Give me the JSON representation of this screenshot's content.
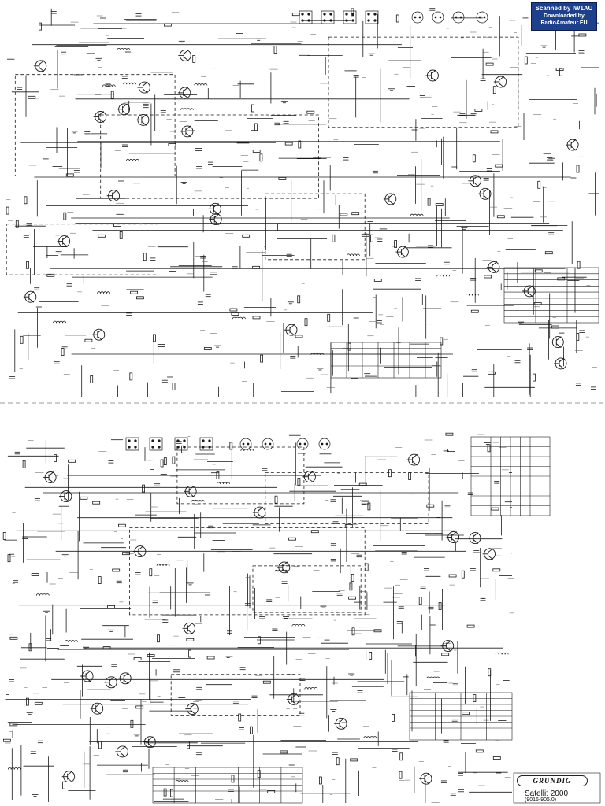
{
  "watermark": {
    "line1": "Scanned by IW1AU",
    "line2": "Downloaded by",
    "line3": "RadioAmateur.EU",
    "color": "#1d3f8c"
  },
  "title_block": {
    "brand": "GRUNDIG",
    "model": "Satellit 2000",
    "model_number": "(9016-906.0)"
  },
  "schematic": {
    "sheets": 2,
    "ink_color": "#1a1a1a",
    "paper_color": "#ffffff"
  }
}
